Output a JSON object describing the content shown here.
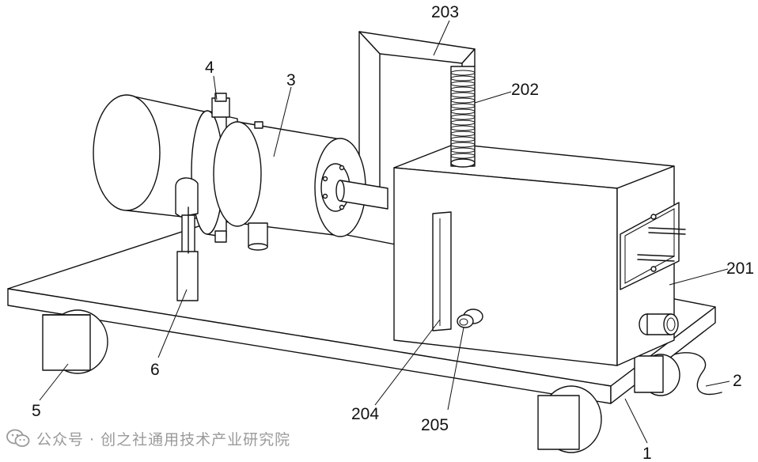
{
  "diagram": {
    "labels": {
      "platform": "1",
      "cable": "2",
      "motor_body": "3",
      "clamp_ring": "4",
      "wheel": "5",
      "support_rod": "6",
      "tank": "201",
      "bellows": "202",
      "outlet_duct": "203",
      "level_window": "204",
      "drain_nozzle": "205"
    }
  },
  "watermark": {
    "icon": "wechat-icon",
    "text": "公众号 · 创之社通用技术产业研究院"
  }
}
